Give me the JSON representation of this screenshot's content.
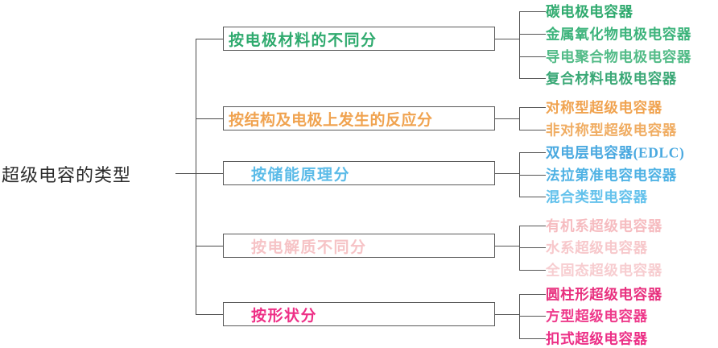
{
  "diagram": {
    "type": "mind-map",
    "title": "超级电容的类型",
    "root": {
      "label": "超级电容的类型",
      "color": "#2b2b2b"
    },
    "line_color": "#4a4a4a",
    "box_border_color": "#5a5a5a",
    "branches": [
      {
        "label": "按电极材料的不同分",
        "color": "#2faa6e",
        "leaves": [
          "碳电极电容器",
          "金属氧化物电极电容器",
          "导电聚合物电极电容器",
          "复合材料电极电容器"
        ]
      },
      {
        "label": "按结构及电极上发生的反应分",
        "color": "#f0a350",
        "leaves": [
          "对称型超级电容器",
          "非对称型超级电容器"
        ]
      },
      {
        "label": "按储能原理分",
        "color": "#5bbbe8",
        "leaves": [
          "双电层电容器(EDLC)",
          "法拉第准电容电容器",
          "混合类型电容器"
        ]
      },
      {
        "label": "按电解质不同分",
        "color": "#f6c3c6",
        "leaves": [
          "有机系超级电容器",
          "水系超级电容器",
          "全固态超级电容器"
        ]
      },
      {
        "label": "按形状分",
        "color": "#ee2f86",
        "leaves": [
          "圆柱形超级电容器",
          "方型超级电容器",
          "扣式超级电容器"
        ]
      }
    ]
  }
}
